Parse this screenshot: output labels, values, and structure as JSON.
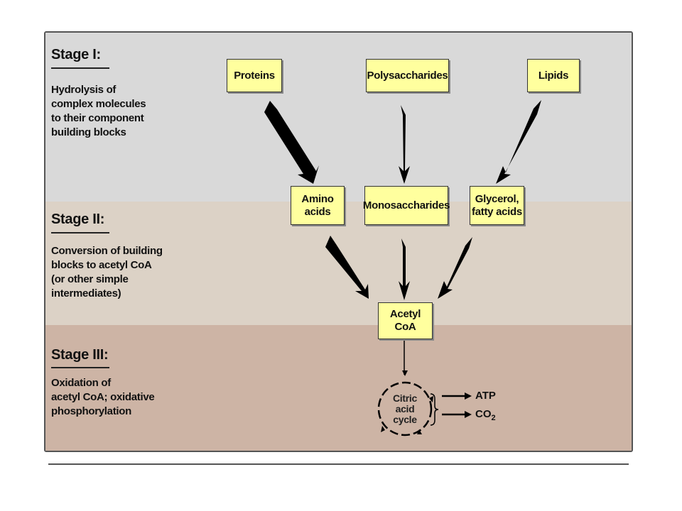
{
  "stages": [
    {
      "title": "Stage I:",
      "description": "Hydrolysis of\ncomplex molecules\nto their component\nbuilding blocks"
    },
    {
      "title": "Stage II:",
      "description": "Conversion of building\nblocks to acetyl CoA\n(or other simple\nintermediates)"
    },
    {
      "title": "Stage III:",
      "description": "Oxidation of\nacetyl CoA; oxidative\nphosphorylation"
    }
  ],
  "nodes": {
    "proteins": "Proteins",
    "polysaccharides": "Polysaccharides",
    "lipids": "Lipids",
    "amino_acids": "Amino\nacids",
    "monosaccharides": "Monosaccharides",
    "glycerol": "Glycerol,\nfatty acids",
    "acetyl_coa": "Acetyl CoA"
  },
  "cycle": {
    "label": "Citric\nacid\ncycle"
  },
  "products": {
    "atp": "ATP",
    "co2_main": "CO",
    "co2_sub": "2"
  },
  "colors": {
    "stage1_bg": "#d9d9d9",
    "stage2_bg": "#dcd2c6",
    "stage3_bg": "#cdb4a5",
    "box_fill": "#ffff9e",
    "arrow": "#000000"
  }
}
